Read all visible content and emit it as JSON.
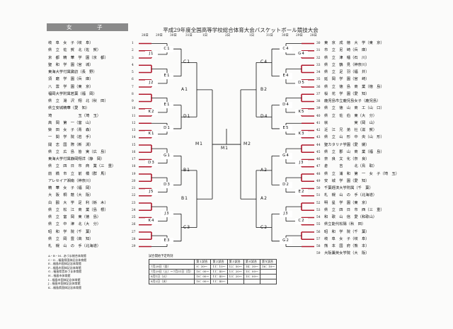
{
  "header": {
    "title": "平成29年度全国高等学校総合体育大会バスケットボール競技大会",
    "gender": "女　子"
  },
  "dates": {
    "left": [
      "28日",
      "29日",
      "30日",
      "31日",
      "1日"
    ],
    "center": "2日",
    "right": [
      "1日",
      "31日",
      "30日",
      "29日",
      "28日"
    ]
  },
  "left_teams": [
    {
      "no": "1",
      "name": "岐　阜　女　子（岐　阜）"
    },
    {
      "no": "2",
      "name": "県　立　佐　賀　北（佐　賀）"
    },
    {
      "no": "3",
      "name": "京　都　精　華　学　園（京　都）"
    },
    {
      "no": "4",
      "name": "聖　和　学　園（宮　城）"
    },
    {
      "no": "5",
      "name": "東海大学付属諏訪（長　野）"
    },
    {
      "no": "6",
      "name": "須　磨　学　園（兵　庫）"
    },
    {
      "no": "7",
      "name": "八　雲　学　園（東　京）"
    },
    {
      "no": "8",
      "name": "福岡大学附属若葉（福　岡）"
    },
    {
      "no": "9",
      "name": "県　立　湯　沢　翔　北（秋　田）"
    },
    {
      "no": "10",
      "name": "県立安城精華（愛　知）"
    },
    {
      "no": "11",
      "name": "埼　　　　　　　玉（埼　玉）"
    },
    {
      "no": "12",
      "name": "高　岡　第　一（富　山）"
    },
    {
      "no": "13",
      "name": "柴　田　女　子（青　森）"
    },
    {
      "no": "14",
      "name": "一　関　学　院（岩　手）"
    },
    {
      "no": "15",
      "name": "開　志　国　際（新　潟）"
    },
    {
      "no": "16",
      "name": "県　立　広　島　皆　実（広　島）"
    },
    {
      "no": "17",
      "name": "東海大学付属静岡翔洋（静　岡）"
    },
    {
      "no": "18",
      "name": "県　立　四　日　市　商　業（三　重）"
    },
    {
      "no": "19",
      "name": "前　橋　市　立　前　橋（群　馬）"
    },
    {
      "no": "20",
      "name": "アレセイア湘南（神奈川）"
    },
    {
      "no": "21",
      "name": "精　華　女　子（福　岡）"
    },
    {
      "no": "22",
      "name": "大　阪　桐　蔭（大　阪）"
    },
    {
      "no": "23",
      "name": "白　鷗　大　学　足　利（栃　木）"
    },
    {
      "no": "24",
      "name": "県　立　松　江　商　業（島　根）"
    },
    {
      "no": "25",
      "name": "県　立　富　岡　東（徳　島）"
    },
    {
      "no": "26",
      "name": "県　立　中　津　北（大　分）"
    },
    {
      "no": "27",
      "name": "昭　和　学　院（千　葉）"
    },
    {
      "no": "28",
      "name": "県　立　岡　豊（高　知）"
    },
    {
      "no": "29",
      "name": "札　幌　山　の　手（北海道）"
    }
  ],
  "right_teams": [
    {
      "no": "30",
      "name": "東　京　成　徳　大　学（東　京）"
    },
    {
      "no": "31",
      "name": "市　立　尼　崎（兵　庫）"
    },
    {
      "no": "32",
      "name": "県　立　津　幡（石　川）"
    },
    {
      "no": "33",
      "name": "県　立　鶴　見（神奈川）"
    },
    {
      "no": "34",
      "name": "県　立　足　羽（福　井）"
    },
    {
      "no": "35",
      "name": "延　岡　学　園（宮　崎）"
    },
    {
      "no": "36",
      "name": "県　立　徳　島　商　業（徳　島）"
    },
    {
      "no": "37",
      "name": "桜　花　学　園（愛　知）"
    },
    {
      "no": "38",
      "name": "鹿児島市立鹿児島女子（鹿児島）"
    },
    {
      "no": "39",
      "name": "県　立　徳　山　商　工（山　口）"
    },
    {
      "no": "40",
      "name": "県　立　佐　伯　東（大　分）"
    },
    {
      "no": "41",
      "name": "就　　　　　　　実（岡　山）"
    },
    {
      "no": "42",
      "name": "近　江　兄　弟　社（滋　賀）"
    },
    {
      "no": "43",
      "name": "県　立　山　形　中　央（山　形）"
    },
    {
      "no": "44",
      "name": "聖カタリナ学園（愛　媛）"
    },
    {
      "no": "45",
      "name": "県　立　郡　山　商　業（福　島）"
    },
    {
      "no": "46",
      "name": "奈　良　文　化（奈　良）"
    },
    {
      "no": "47",
      "name": "倉　　　吉　　　北（鳥　取）"
    },
    {
      "no": "48",
      "name": "県　立　浦　和　第　一　女　子（埼　玉）"
    },
    {
      "no": "49",
      "name": "安　城　学　園（愛　知）"
    },
    {
      "no": "50",
      "name": "千葉経済大学附属（千　葉）"
    },
    {
      "no": "51",
      "name": "札　幌　山　の　手（北海道）"
    },
    {
      "no": "52",
      "name": "明　星　学　園（東　京）"
    },
    {
      "no": "53",
      "name": "県　立　四　日　市　西（三　重）"
    },
    {
      "no": "54",
      "name": "和　歌　山　信　愛（和歌山）"
    },
    {
      "no": "55",
      "name": "県立能代松陽（秋　田）"
    },
    {
      "no": "56",
      "name": "昭　和　学　院（千　葉）"
    },
    {
      "no": "57",
      "name": "岐　阜　女　子（岐　阜）"
    },
    {
      "no": "58",
      "name": "熊　本　国　府（熊　本）"
    },
    {
      "no": "59",
      "name": "大阪薫英女学院（大　阪）"
    }
  ],
  "left_r1": [
    "J1",
    "J2",
    "K2",
    "K1",
    "D3",
    "J5",
    "K4",
    "J4",
    "C3"
  ],
  "left_r2": [
    "C1",
    "E1",
    "E1",
    "D1",
    "G1",
    "D3",
    "J3",
    "E3",
    "C3"
  ],
  "left_r3": [
    "C1",
    "D1",
    "B1",
    "C3"
  ],
  "left_r4": [
    "A1",
    "B1"
  ],
  "right_r1": [
    "G4",
    "D5",
    "K5",
    "K3",
    "J3",
    "E2",
    "C2",
    "G3",
    "C2"
  ],
  "right_r2": [
    "C4",
    "E4",
    "D4",
    "E5",
    "G4",
    "D2",
    "J3",
    "G2",
    "C2"
  ],
  "right_r3": [
    "C4",
    "D4",
    "A2",
    "C2"
  ],
  "right_r4": [
    "B2",
    "A2"
  ],
  "final": {
    "left": "M1",
    "center": "M1",
    "right": "M2"
  },
  "legend": [
    "A・B・M…あづま総合体育館",
    "C・D…福島県国体記念体育館",
    "E…福島市国体記念体育館",
    "F…福島市国体記念体育館",
    "G…福島県営あづま体育館",
    "H…福島市体育館",
    "I…福島市国体記念体育館",
    "J…福島市国体記念体育館",
    "K…福島県国体記念体育館"
  ],
  "schedule": {
    "caption": "試合開始予定時刻",
    "headers": [
      "",
      "第１試合",
      "第２試合",
      "第３試合",
      "第４試合",
      "第５試合"
    ],
    "rows": [
      [
        "7月28日（金）",
        "9：30～",
        "11：10～",
        "12：50～",
        "14：30～",
        "16：10～"
      ],
      [
        "7月29日（土）～7月31日（月）",
        "10：00～",
        "11：40～",
        "13：20～",
        "15：00～",
        ""
      ],
      [
        "8月1日（火）",
        "10：00～",
        "11：40～",
        "13：20～",
        "15：00～",
        ""
      ],
      [
        "8月2日（水）",
        "10：00～",
        "11：40～",
        "",
        "",
        " "
      ]
    ]
  }
}
